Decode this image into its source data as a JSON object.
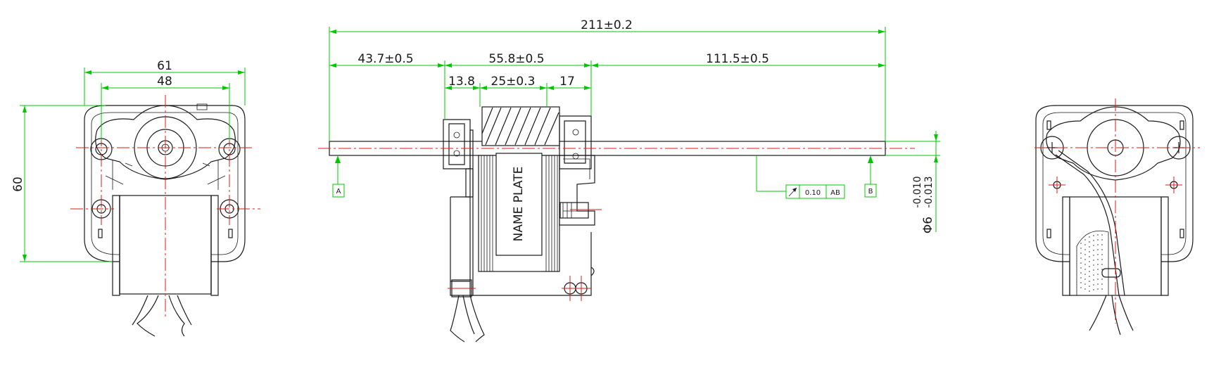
{
  "left_view": {
    "width_outer": "61",
    "width_inner": "48",
    "height": "60"
  },
  "side_view": {
    "overall_length": "211±0.2",
    "segment_left": "43.7±0.5",
    "segment_middle": "55.8±0.5",
    "segment_right": "111.5±0.5",
    "sub_left": "13.8",
    "sub_middle": "25±0.3",
    "sub_right": "17",
    "nameplate": "NAME PLATE",
    "datum_a": "A",
    "datum_b": "B",
    "runout_value": "0.10",
    "runout_datums": "AB",
    "shaft_diameter": "Φ6",
    "tol_upper": "-0.010",
    "tol_lower": "-0.013"
  },
  "colors": {
    "dimension": "#00c800",
    "centerline": "#e01818",
    "outline": "#1a1a1a"
  }
}
